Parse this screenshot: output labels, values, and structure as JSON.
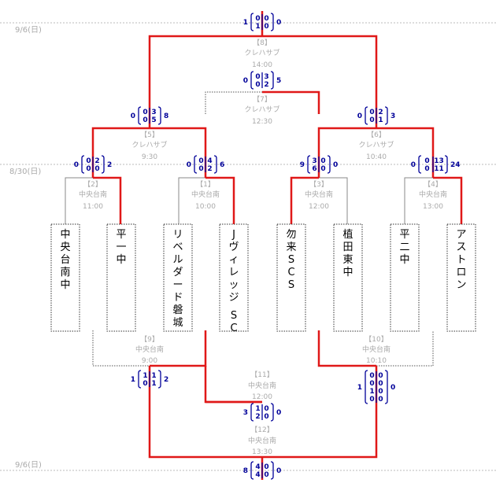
{
  "dates": [
    "9/6(日)",
    "8/30(日)",
    "9/6(日)"
  ],
  "teams": [
    "中央台南中",
    "平一中",
    "リベルダード磐城",
    "Jヴィレッジ SC",
    "勿来SCS",
    "植田東中",
    "平二中",
    "アストロン"
  ],
  "matches": [
    {
      "no": "【1】",
      "venue": "中央台南",
      "time": "10:00"
    },
    {
      "no": "【2】",
      "venue": "中央台南",
      "time": "11:00"
    },
    {
      "no": "【3】",
      "venue": "中央台南",
      "time": "12:00"
    },
    {
      "no": "【4】",
      "venue": "中央台南",
      "time": "13:00"
    },
    {
      "no": "【5】",
      "venue": "クレハサブ",
      "time": "9:30"
    },
    {
      "no": "【6】",
      "venue": "クレハサブ",
      "time": "10:40"
    },
    {
      "no": "【7】",
      "venue": "クレハサブ",
      "time": "12:30"
    },
    {
      "no": "【8】",
      "venue": "クレハサブ",
      "time": "14:00"
    },
    {
      "no": "【9】",
      "venue": "中央台南",
      "time": "9:00"
    },
    {
      "no": "【10】",
      "venue": "中央台南",
      "time": "10:10"
    },
    {
      "no": "【11】",
      "venue": "中央台南",
      "time": "12:00"
    },
    {
      "no": "【12】",
      "venue": "中央台南",
      "time": "13:30"
    }
  ],
  "scores": [
    {
      "left_total": "1",
      "l1": "0",
      "l2": "1",
      "r1": "0",
      "r2": "0",
      "right_total": "0"
    },
    {
      "left_total": "0",
      "l1": "0",
      "l2": "0",
      "r1": "3",
      "r2": "2",
      "right_total": "5"
    },
    {
      "left_total": "0",
      "l1": "0",
      "l2": "0",
      "r1": "3",
      "r2": "5",
      "right_total": "8"
    },
    {
      "left_total": "0",
      "l1": "0",
      "l2": "0",
      "r1": "2",
      "r2": "1",
      "right_total": "3"
    },
    {
      "left_total": "0",
      "l1": "0",
      "l2": "0",
      "r1": "2",
      "r2": "0",
      "right_total": "2"
    },
    {
      "left_total": "0",
      "l1": "0",
      "l2": "0",
      "r1": "4",
      "r2": "2",
      "right_total": "6"
    },
    {
      "left_total": "9",
      "l1": "3",
      "l2": "6",
      "r1": "0",
      "r2": "0",
      "right_total": "0"
    },
    {
      "left_total": "0",
      "l1": "0",
      "l2": "0",
      "r1": "13",
      "r2": "11",
      "right_total": "24"
    },
    {
      "left_total": "1",
      "l1": "1",
      "l2": "0",
      "r1": "1",
      "r2": "1",
      "right_total": "2"
    },
    {
      "left_total": "1",
      "l1": "0",
      "l2": "0",
      "l3": "1",
      "l4": "0",
      "r1": "0",
      "r2": "0",
      "r3": "0",
      "r4": "0",
      "right_total": "0"
    },
    {
      "left_total": "3",
      "l1": "1",
      "l2": "2",
      "r1": "0",
      "r2": "0",
      "right_total": "0"
    },
    {
      "left_total": "8",
      "l1": "4",
      "l2": "4",
      "r1": "0",
      "r2": "0",
      "right_total": "0"
    }
  ],
  "colors": {
    "winner_line": "#e01818",
    "score": "#000099",
    "label": "#aaaaaa",
    "line": "#888888"
  }
}
